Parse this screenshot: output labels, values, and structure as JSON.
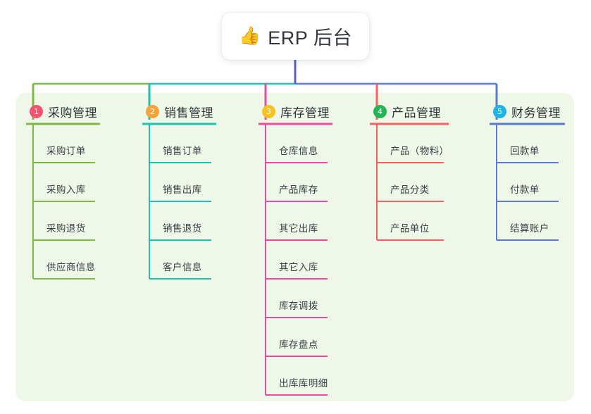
{
  "root": {
    "icon": "thumbs-up-icon",
    "emoji": "👍",
    "title": "ERP 后台"
  },
  "theme": {
    "panel_bg": "#eef7e8",
    "page_bg": "#ffffff",
    "card_bg": "#ffffff",
    "title_color": "#32363c",
    "item_color": "#3a3f45",
    "root_stem": "#5b5fc7"
  },
  "columns": [
    {
      "number": "1",
      "title": "采购管理",
      "badge_color": "#f4536f",
      "line_color": "#7dba45",
      "items": [
        {
          "label": "采购订单"
        },
        {
          "label": "采购入库"
        },
        {
          "label": "采购退货"
        },
        {
          "label": "供应商信息"
        }
      ]
    },
    {
      "number": "2",
      "title": "销售管理",
      "badge_color": "#f6a33a",
      "line_color": "#1ec2b0",
      "items": [
        {
          "label": "销售订单"
        },
        {
          "label": "销售出库"
        },
        {
          "label": "销售退货"
        },
        {
          "label": "客户信息"
        }
      ]
    },
    {
      "number": "3",
      "title": "库存管理",
      "badge_color": "#f5c226",
      "line_color": "#ef4aa0",
      "items": [
        {
          "label": "仓库信息"
        },
        {
          "label": "产品库存"
        },
        {
          "label": "其它出库"
        },
        {
          "label": "其它入库"
        },
        {
          "label": "库存调拨"
        },
        {
          "label": "库存盘点"
        },
        {
          "label": "出库库明细"
        }
      ]
    },
    {
      "number": "4",
      "title": "产品管理",
      "badge_color": "#23b455",
      "line_color": "#f4625e",
      "items": [
        {
          "label": "产品（物料）"
        },
        {
          "label": "产品分类"
        },
        {
          "label": "产品单位"
        }
      ]
    },
    {
      "number": "5",
      "title": "财务管理",
      "badge_color": "#20b3e3",
      "line_color": "#5b79cf",
      "items": [
        {
          "label": "回款单"
        },
        {
          "label": "付款单"
        },
        {
          "label": "结算账户"
        }
      ]
    }
  ]
}
